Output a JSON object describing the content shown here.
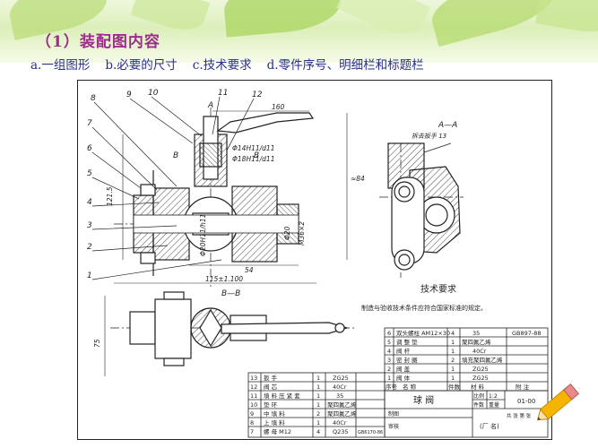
{
  "slide": {
    "title": "（1）装配图内容",
    "items": [
      "a.一组图形",
      "b.必要的尺寸",
      "c.技术要求",
      "d.零件序号、明细栏和标题栏"
    ]
  },
  "drawing": {
    "balloons": [
      "8",
      "9",
      "10",
      "11",
      "12",
      "7",
      "6",
      "5",
      "4",
      "3",
      "2",
      "1"
    ],
    "dims": {
      "d160": "160",
      "d84": "≈84",
      "d1215": "121.5",
      "d20": "Φ20",
      "dM36": "M36×2",
      "d54": "54",
      "d115": "115±1.100",
      "d75": "75",
      "fit1": "Φ14H11/d11",
      "fit2": "Φ18H11/d11",
      "fit3": "Φ20H11/h11"
    },
    "section_labels": {
      "A_top": "A",
      "B_left": "B",
      "B_right": "B",
      "BB": "B—B",
      "AA": "A—A",
      "remove": "拆去扳手 13"
    },
    "tech_req": {
      "title": "技术要求",
      "text": "制造与验收技术条件应符合国家标准的规定。"
    },
    "bom_upper": [
      {
        "no": "6",
        "name": "双头螺柱 AM12×30",
        "qty": "4",
        "mat": "35",
        "note": "GB897-88"
      },
      {
        "no": "5",
        "name": "调 整 垫",
        "qty": "1",
        "mat": "聚四氟乙烯",
        "note": ""
      },
      {
        "no": "4",
        "name": "阀    杆",
        "qty": "1",
        "mat": "40Cr",
        "note": ""
      },
      {
        "no": "3",
        "name": "密 封 圈",
        "qty": "2",
        "mat": "填充聚四氟乙烯",
        "note": ""
      },
      {
        "no": "2",
        "name": "阀    盖",
        "qty": "1",
        "mat": "ZG25",
        "note": ""
      },
      {
        "no": "1",
        "name": "阀    体",
        "qty": "1",
        "mat": "ZG25",
        "note": ""
      }
    ],
    "bom_header": {
      "no": "序号",
      "name": "名    称",
      "qty": "件数",
      "mat": "材  料",
      "note": "附  注"
    },
    "bom_lower": [
      {
        "no": "13",
        "name": "扳    手",
        "qty": "1",
        "mat": "ZG25",
        "note": ""
      },
      {
        "no": "12",
        "name": "阀    芯",
        "qty": "1",
        "mat": "40Cr",
        "note": ""
      },
      {
        "no": "11",
        "name": "填 料 压 紧 套",
        "qty": "1",
        "mat": "35",
        "note": ""
      },
      {
        "no": "10",
        "name": "垫    环",
        "qty": "1",
        "mat": "聚四氟乙烯",
        "note": ""
      },
      {
        "no": "9",
        "name": "中 填 料",
        "qty": "2",
        "mat": "聚四氟乙烯",
        "note": ""
      },
      {
        "no": "8",
        "name": "上 填 料",
        "qty": "1",
        "mat": "40Cr",
        "note": ""
      },
      {
        "no": "7",
        "name": "螺 母 M12",
        "qty": "4",
        "mat": "Q235",
        "note": "GB6170-86"
      }
    ],
    "title_block": {
      "name": "球    阀",
      "scale_label": "比例",
      "scale": "1:2",
      "code": "01-00",
      "qty_label": "件数",
      "weight_label": "重量",
      "sheet_label": "共  张  第  张",
      "maker": "制图",
      "checker": "审核",
      "factory": "(厂     名)"
    }
  }
}
